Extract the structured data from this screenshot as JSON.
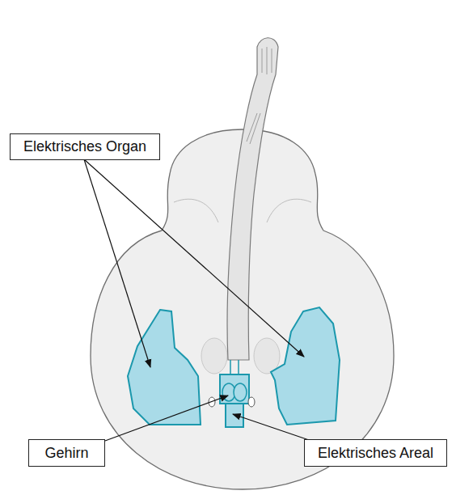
{
  "diagram": {
    "nodes": [
      {
        "text": [
          "Elektrisches Organ"
        ]
      },
      {
        "text": [
          "Gehirn"
        ]
      },
      {
        "text": [
          "Elektrisches Areal"
        ]
      }
    ]
  }
}
